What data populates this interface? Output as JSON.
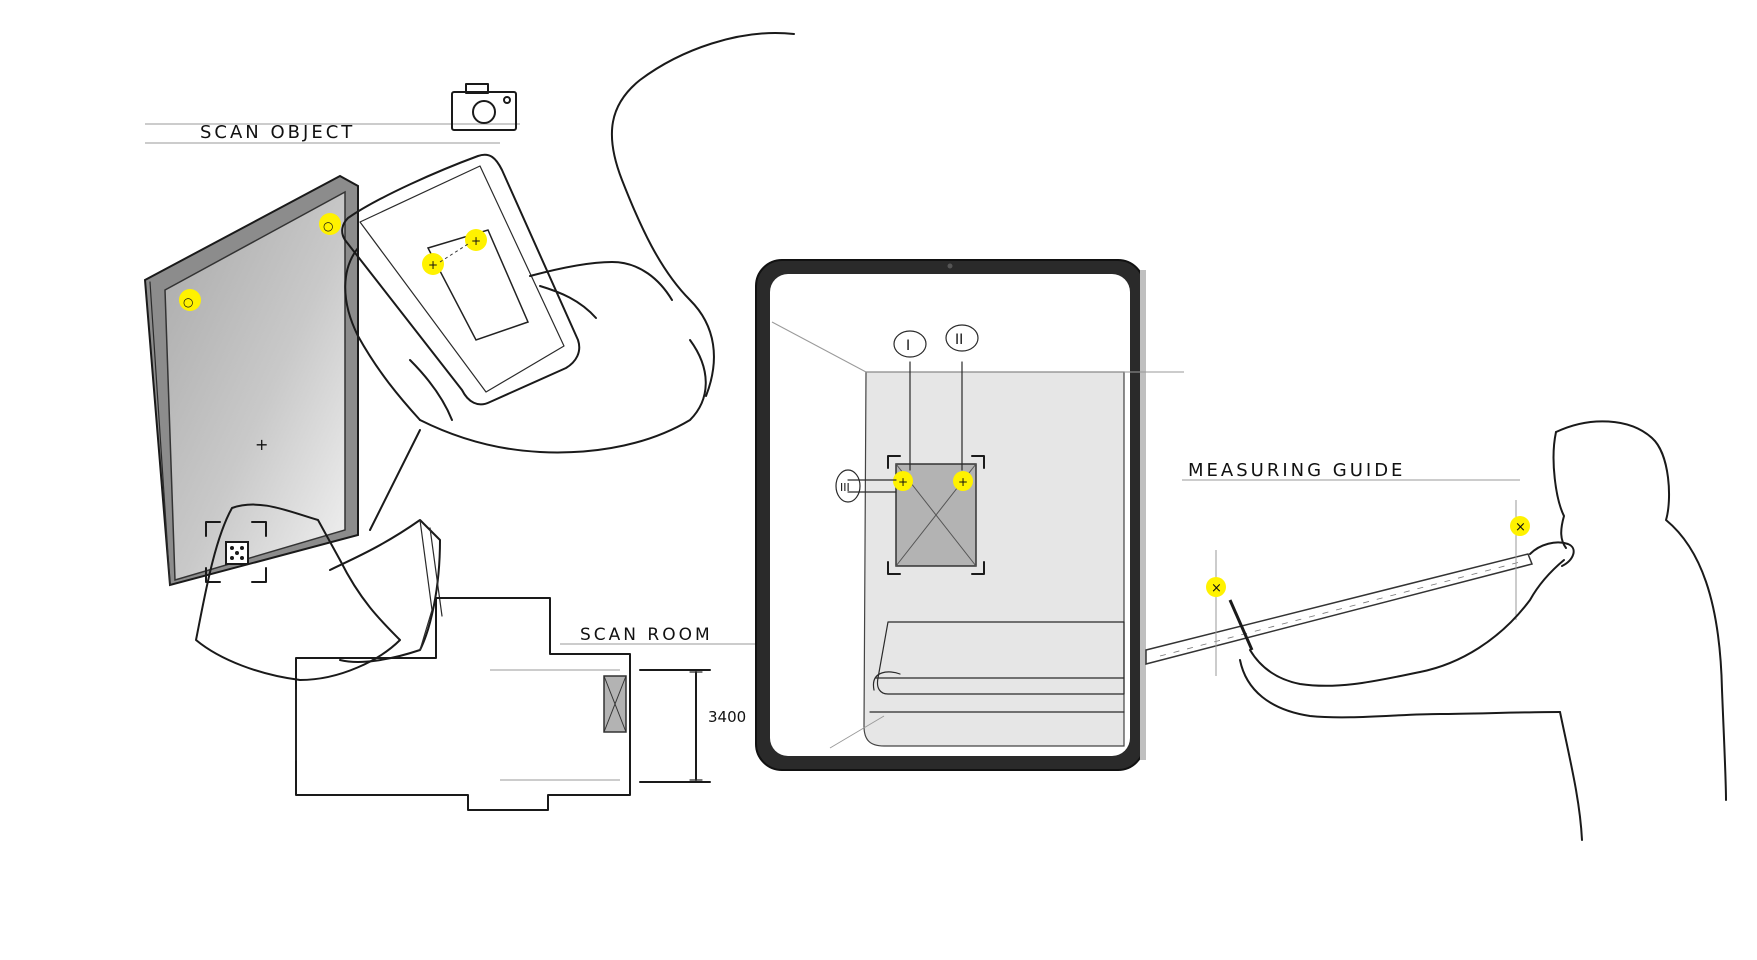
{
  "labels": {
    "scan_object": "SCAN OBJECT",
    "scan_room": "SCAN ROOM",
    "measuring_guide": "MEASURING GUIDE",
    "dimension": "3400",
    "marker_1": "I",
    "marker_2": "II",
    "marker_3": "III"
  },
  "icons": {
    "camera": "camera-icon",
    "target": "target-marker-icon"
  },
  "colors": {
    "ink": "#1a1a1a",
    "highlight": "#fff200",
    "mark": "#cc0000",
    "surface_gray": "#b3b3b3",
    "panel_gray": "#e6e6e6"
  }
}
